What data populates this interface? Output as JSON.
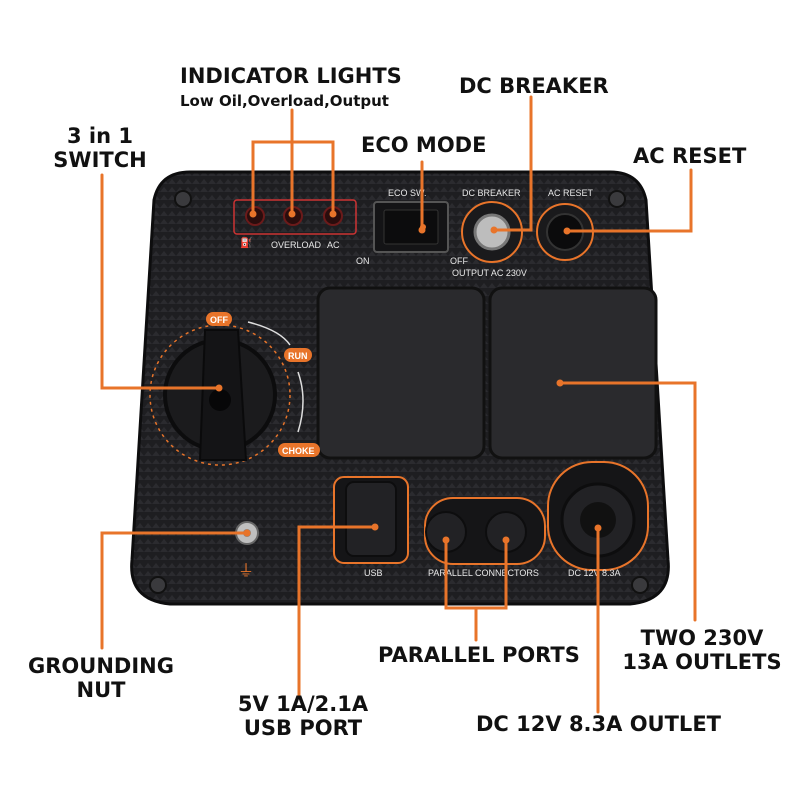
{
  "callouts": {
    "indicator_lights": "INDICATOR LIGHTS",
    "indicator_lights_sub": "Low Oil,Overload,Output",
    "dc_breaker": "DC BREAKER",
    "eco_mode": "ECO MODE",
    "ac_reset": "AC RESET",
    "switch_line1": "3 in 1",
    "switch_line2": "SWITCH",
    "grounding_line1": "GROUNDING",
    "grounding_line2": "NUT",
    "usb_line1": "5V 1A/2.1A",
    "usb_line2": "USB PORT",
    "parallel_ports": "PARALLEL PORTS",
    "outlets_line1": "TWO 230V",
    "outlets_line2": "13A OUTLETS",
    "dc_outlet": "DC 12V 8.3A OUTLET"
  },
  "panel_labels": {
    "overload": "OVERLOAD",
    "ac": "AC",
    "eco_sw": "ECO SW.",
    "dc_breaker": "DC BREAKER",
    "ac_reset": "AC RESET",
    "on": "ON",
    "off": "OFF",
    "output": "OUTPUT AC 230V",
    "knob_off": "OFF",
    "knob_run": "RUN",
    "knob_choke": "CHOKE",
    "usb": "USB",
    "parallel_connectors": "PARALLEL CONNECTORS",
    "dc_label": "DC 12V 8.3A"
  },
  "colors": {
    "accent": "#e8742a",
    "panel": "#1f1f22",
    "text": "#111111"
  }
}
